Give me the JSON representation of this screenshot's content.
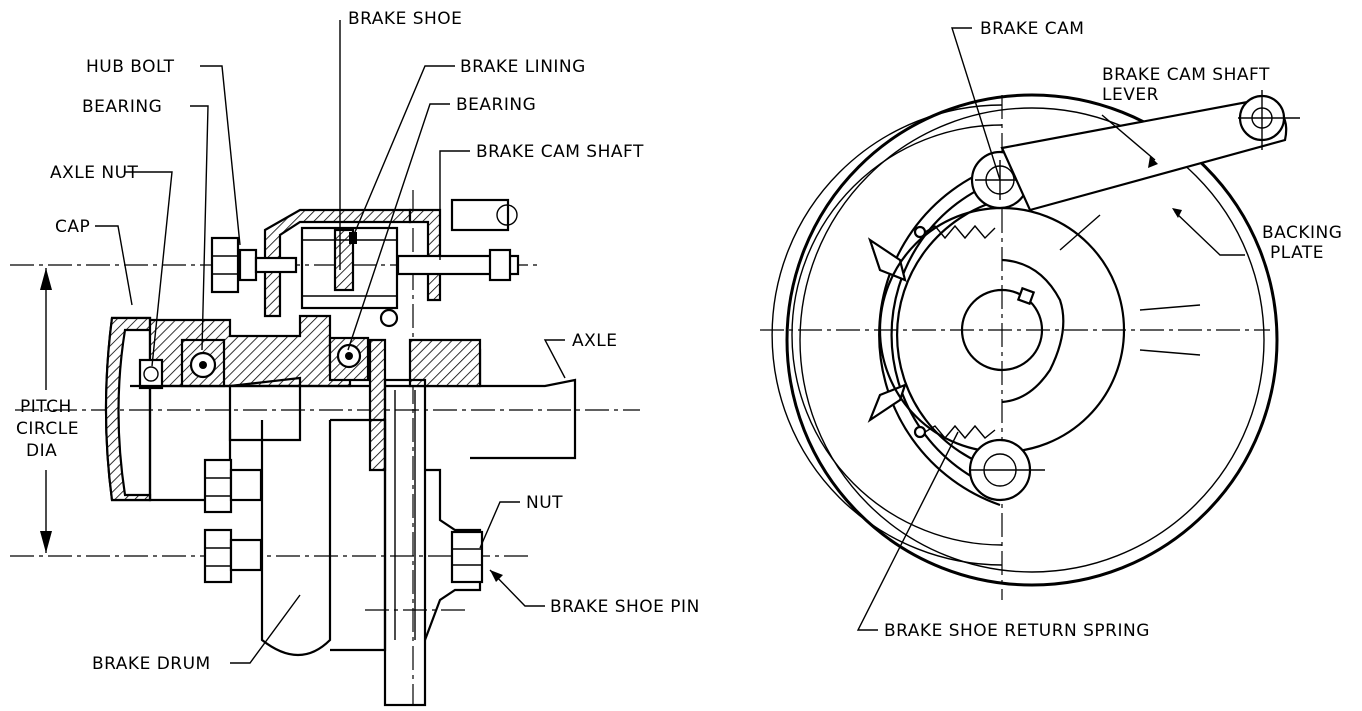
{
  "labels": {
    "brake_shoe": "BRAKE SHOE",
    "hub_bolt": "HUB BOLT",
    "brake_lining": "BRAKE LINING",
    "bearing_outer": "BEARING",
    "bearing_inner": "BEARING",
    "axle_nut": "AXLE NUT",
    "brake_cam_shaft_left": "BRAKE CAM SHAFT",
    "cap": "CAP",
    "axle": "AXLE",
    "pitch_circle_dia_1": "PITCH",
    "pitch_circle_dia_2": "CIRCLE",
    "pitch_circle_dia_3": "DIA",
    "nut": "NUT",
    "brake_shoe_pin": "BRAKE SHOE PIN",
    "brake_drum": "BRAKE DRUM",
    "brake_cam": "BRAKE CAM",
    "brake_cam_shaft_lever_1": "BRAKE CAM SHAFT",
    "brake_cam_shaft_lever_2": "LEVER",
    "backing_plate_1": "BACKING",
    "backing_plate_2": "PLATE",
    "brake_shoe_return_spring": "BRAKE SHOE RETURN SPRING"
  }
}
